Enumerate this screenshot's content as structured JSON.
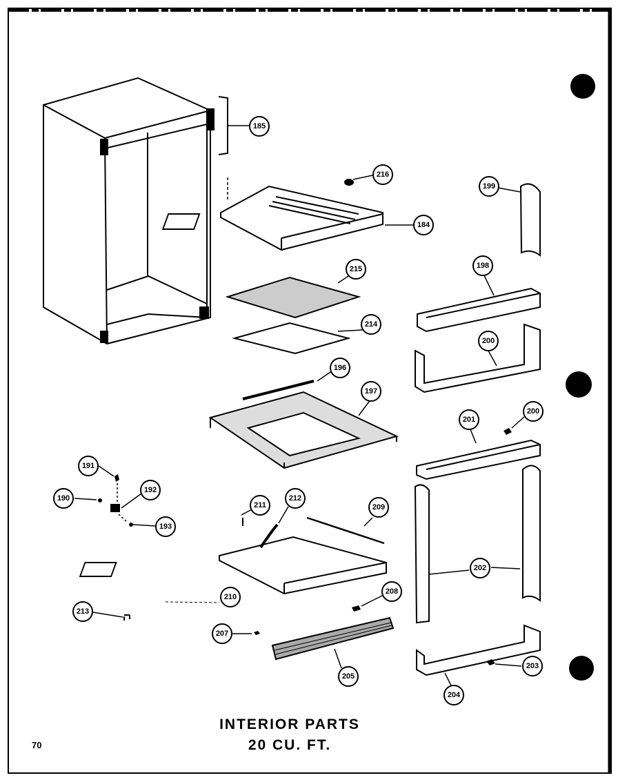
{
  "title": {
    "line1": "INTERIOR PARTS",
    "line2": "20 CU. FT."
  },
  "page_number": "70",
  "callouts": [
    "185",
    "216",
    "184",
    "199",
    "215",
    "198",
    "214",
    "200",
    "196",
    "197",
    "201",
    "200",
    "191",
    "192",
    "190",
    "193",
    "211",
    "212",
    "209",
    "202",
    "210",
    "208",
    "213",
    "207",
    "205",
    "204",
    "203"
  ]
}
